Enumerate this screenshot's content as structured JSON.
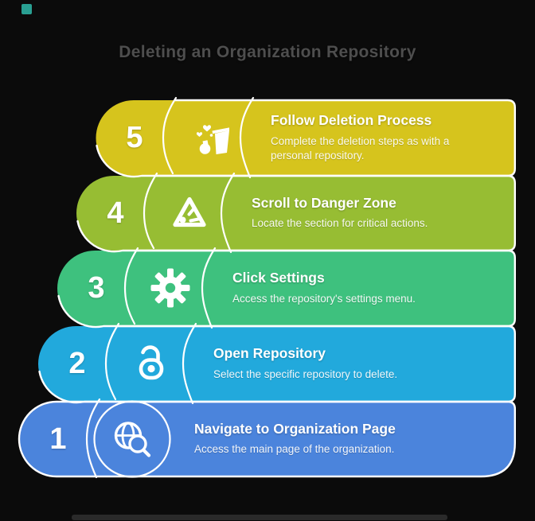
{
  "header": {
    "title": "Deleting an Organization Repository",
    "title_color": "#4e4e4e"
  },
  "decor": {
    "corner_square_color": "#2ba89a",
    "footer_bar_color": "#2d2d2d",
    "divider_color": "#ffffff",
    "background_color": "#0b0b0b",
    "text_color": "#ffffff"
  },
  "steps": [
    {
      "number": "5",
      "title": "Follow Deletion Process",
      "description": "Complete the deletion steps as with a personal repository.",
      "color": "#d6c41d",
      "icon": "deletion-bucket-icon"
    },
    {
      "number": "4",
      "title": "Scroll to Danger Zone",
      "description": "Locate the section for critical actions.",
      "color": "#97bd33",
      "icon": "danger-triangle-icon"
    },
    {
      "number": "3",
      "title": "Click Settings",
      "description": "Access the repository's settings menu.",
      "color": "#3ec17e",
      "icon": "settings-gear-icon"
    },
    {
      "number": "2",
      "title": "Open Repository",
      "description": "Select the specific repository to delete.",
      "color": "#22a9dc",
      "icon": "unlock-icon"
    },
    {
      "number": "1",
      "title": "Navigate to Organization Page",
      "description": "Access the main page of the organization.",
      "color": "#4b84dc",
      "icon": "globe-search-icon"
    }
  ]
}
